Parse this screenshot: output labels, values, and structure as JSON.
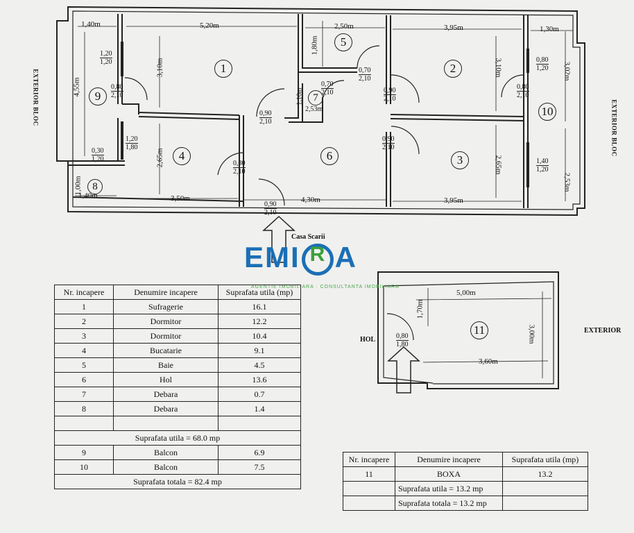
{
  "top_dimensions": {
    "balcon9_w": "1,40m",
    "room1_w": "5,20m",
    "room5_w": "2,50m",
    "room2_w": "3,95m",
    "balcon10_w": "1,30m"
  },
  "bottom_dimensions": {
    "room8_w": "1,40m",
    "room4_w": "3,50m",
    "hol_w": "4,30m",
    "room3_w": "3,95m"
  },
  "vertical_dimensions": {
    "balcon9_h": "4,55m",
    "room1_h": "3,10m",
    "room5_h": "1,80m",
    "room2_h": "3,10m",
    "balcon10_h1": "3,02m",
    "room4_h": "2,65m",
    "room3_h": "2,65m",
    "balcon10_h2": "2,53m",
    "room8_h": "1,00m",
    "room7_h": "1,10m",
    "room7_w": "2,53m"
  },
  "doors": {
    "d_win1_a": "1,20",
    "d_win1_b": "1,20",
    "d9_a": "0,80",
    "d9_b": "2,10",
    "d_win2_a": "1,20",
    "d_win2_b": "1,80",
    "d_win3_a": "0,30",
    "d_win3_b": "1,20",
    "d1_a": "0,90",
    "d1_b": "2,10",
    "d4_a": "0,80",
    "d4_b": "2,10",
    "d7_a": "0,70",
    "d7_b": "2,10",
    "d5_a": "0,70",
    "d5_b": "2,10",
    "d2_a": "0,90",
    "d2_b": "2,10",
    "d3_a": "0,90",
    "d3_b": "2,10",
    "dent_a": "0,90",
    "dent_b": "2,10",
    "d10_a": "0,80",
    "d10_b": "2,10",
    "w2_a": "0,80",
    "w2_b": "1,20",
    "w3_a": "1,40",
    "w3_b": "1,20",
    "d11_a": "0,80",
    "d11_b": "1,80"
  },
  "rooms": [
    "1",
    "2",
    "3",
    "4",
    "5",
    "6",
    "7",
    "8",
    "9",
    "10",
    "11"
  ],
  "side_labels": {
    "left": "EXTERIOR BLOC",
    "right": "EXTERIOR BLOC",
    "exterior": "EXTERIOR",
    "hol": "HOL",
    "casa_scarii": "Casa Scarii"
  },
  "box_dimensions": {
    "w_top": "5,00m",
    "h_left": "1,70m",
    "h_right": "3,00m",
    "w_bottom": "3,60m"
  },
  "logo": {
    "text_a": "EMI",
    "text_r": "R",
    "text_b": "A",
    "tagline": "AGENTIE IMOBILIARA · CONSULTANTA IMOBILIARA"
  },
  "table1": {
    "headers": [
      "Nr. incapere",
      "Denumire incapere",
      "Suprafata utila (mp)"
    ],
    "rows": [
      [
        "1",
        "Sufragerie",
        "16.1"
      ],
      [
        "2",
        "Dormitor",
        "12.2"
      ],
      [
        "3",
        "Dormitor",
        "10.4"
      ],
      [
        "4",
        "Bucatarie",
        "9.1"
      ],
      [
        "5",
        "Baie",
        "4.5"
      ],
      [
        "6",
        "Hol",
        "13.6"
      ],
      [
        "7",
        "Debara",
        "0.7"
      ],
      [
        "8",
        "Debara",
        "1.4"
      ]
    ],
    "utila": "Suprafata utila = 68.0 mp",
    "balcony_rows": [
      [
        "9",
        "Balcon",
        "6.9"
      ],
      [
        "10",
        "Balcon",
        "7.5"
      ]
    ],
    "totala": "Suprafata totala = 82.4 mp"
  },
  "table2": {
    "headers": [
      "Nr. incapere",
      "Denumire incapere",
      "Suprafata utila (mp)"
    ],
    "rows": [
      [
        "11",
        "BOXA",
        "13.2"
      ]
    ],
    "utila": "Suprafata utila = 13.2 mp",
    "totala": "Suprafata totala = 13.2 mp"
  }
}
